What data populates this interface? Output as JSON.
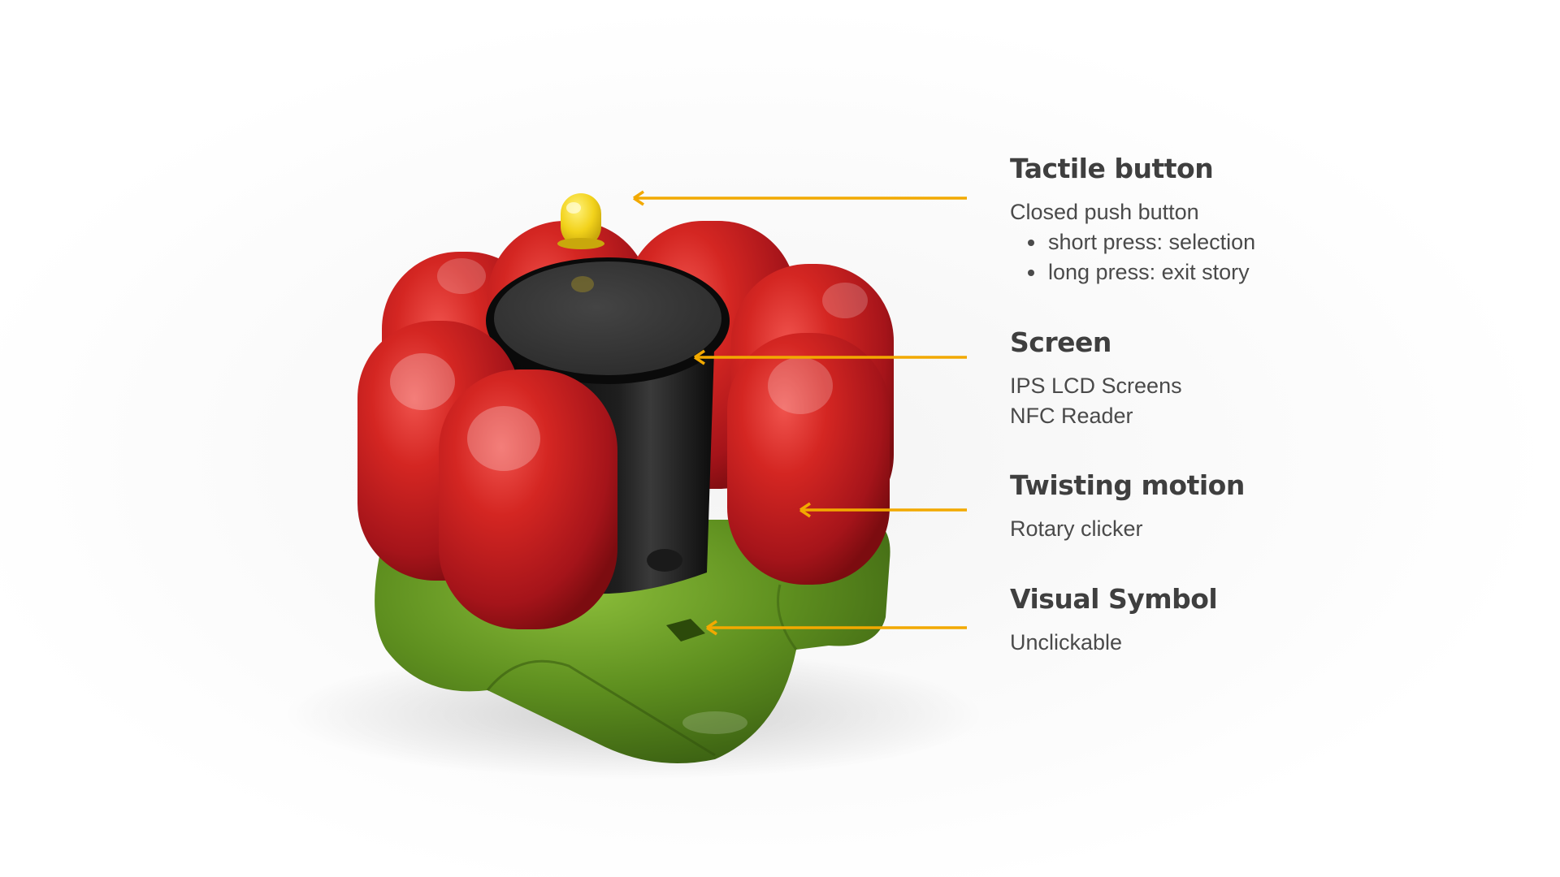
{
  "colors": {
    "arrow": "#f2a900",
    "heading": "#3f3f3f",
    "body_text": "#4a4a4a",
    "petal_red": "#c8201f",
    "base_green": "#5e8f1f",
    "button_yellow": "#f2d21b",
    "screen_black": "#2b2b2b"
  },
  "callouts": {
    "tactile": {
      "title": "Tactile button",
      "description": "Closed push button",
      "bullets": [
        "short press: selection",
        "long press: exit story"
      ]
    },
    "screen": {
      "title": "Screen",
      "lines": [
        "IPS LCD Screens",
        "NFC Reader"
      ]
    },
    "twist": {
      "title": "Twisting motion",
      "description": "Rotary clicker"
    },
    "visual": {
      "title": "Visual Symbol",
      "description": "Unclickable"
    }
  }
}
